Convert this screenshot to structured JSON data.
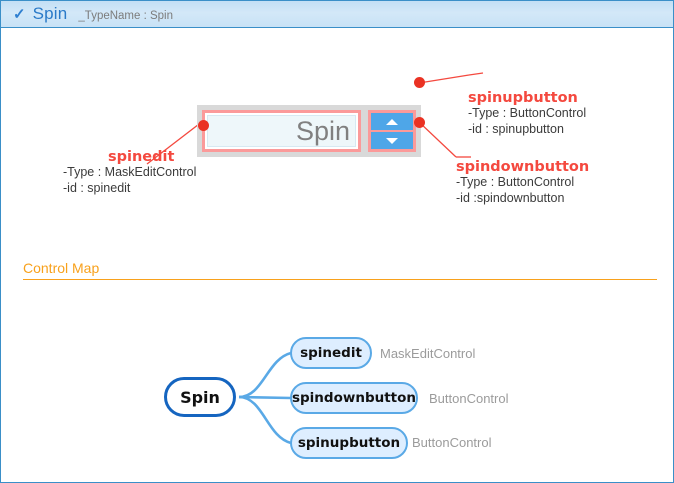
{
  "header": {
    "check_icon": "check-icon",
    "title": "Spin",
    "subtitle": "_TypeName : Spin"
  },
  "spin_control": {
    "edit_text": "Spin",
    "up_button_icon": "triangle-up-icon",
    "down_button_icon": "triangle-down-icon"
  },
  "callouts": [
    {
      "name": "spinedit",
      "title": "spinedit",
      "type_line": "-Type : MaskEditControl",
      "id_line": "-id : spinedit"
    },
    {
      "name": "spinupbutton",
      "title": "spinupbutton",
      "type_line": "-Type : ButtonControl",
      "id_line": "-id : spinupbutton"
    },
    {
      "name": "spindownbutton",
      "title": "spindownbutton",
      "type_line": "-Type : ButtonControl",
      "id_line": "-id :spindownbutton"
    }
  ],
  "control_map": {
    "section_title": "Control Map",
    "root": "Spin",
    "children": [
      {
        "label": "spinedit",
        "type": "MaskEditControl"
      },
      {
        "label": "spindownbutton",
        "type": "ButtonControl"
      },
      {
        "label": "spinupbutton",
        "type": "ButtonControl"
      }
    ]
  },
  "colors": {
    "header_text": "#2a7ac8",
    "callout_title": "#f4493f",
    "highlight_box": "#fb9a9a",
    "dot": "#ea3223",
    "section_accent": "#f8a11c",
    "node_border": "#5aa9e6",
    "root_border": "#1565c0",
    "button_blue": "#4ea6e8"
  }
}
